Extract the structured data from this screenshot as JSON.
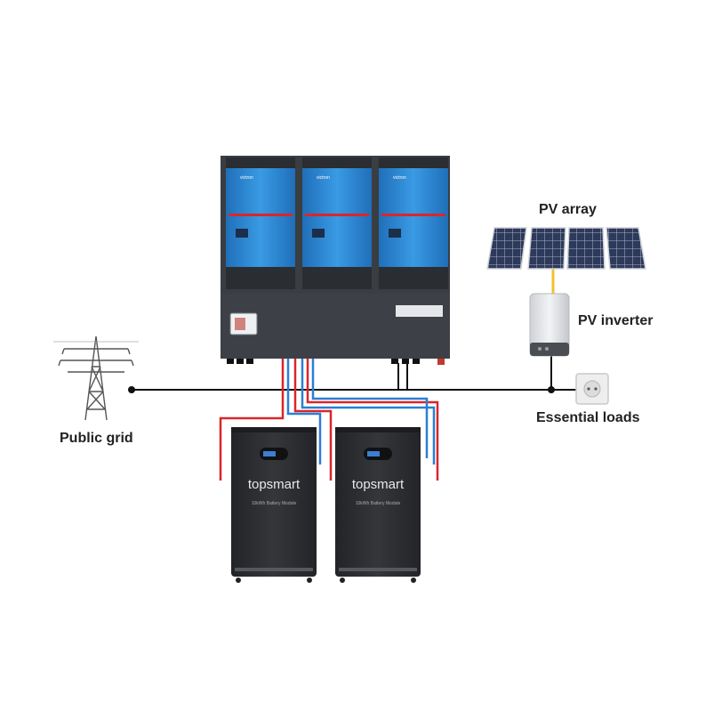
{
  "labels": {
    "pv_array": "PV array",
    "pv_inverter": "PV inverter",
    "essential_loads": "Essential loads",
    "public_grid": "Public grid"
  },
  "inverter_units": [
    {
      "brand": "victron"
    },
    {
      "brand": "victron"
    },
    {
      "brand": "victron"
    }
  ],
  "batteries": [
    {
      "brand": "topsmart",
      "model": "10kWh Battery Module"
    },
    {
      "brand": "topsmart",
      "model": "10kWh Battery Module"
    }
  ],
  "colors": {
    "inverter_blue": "#2f8fd8",
    "cabinet_dark": "#3a3d42",
    "battery_dark": "#2b2c2f",
    "bus_line": "#111111",
    "cable_red": "#d9262b",
    "cable_blue": "#2a7fd4",
    "pv_link": "#f2c12e",
    "panel_cell": "#2e3a5c"
  },
  "icons": [
    "transmission-tower-icon",
    "solar-panel-icon",
    "wall-socket-icon"
  ]
}
